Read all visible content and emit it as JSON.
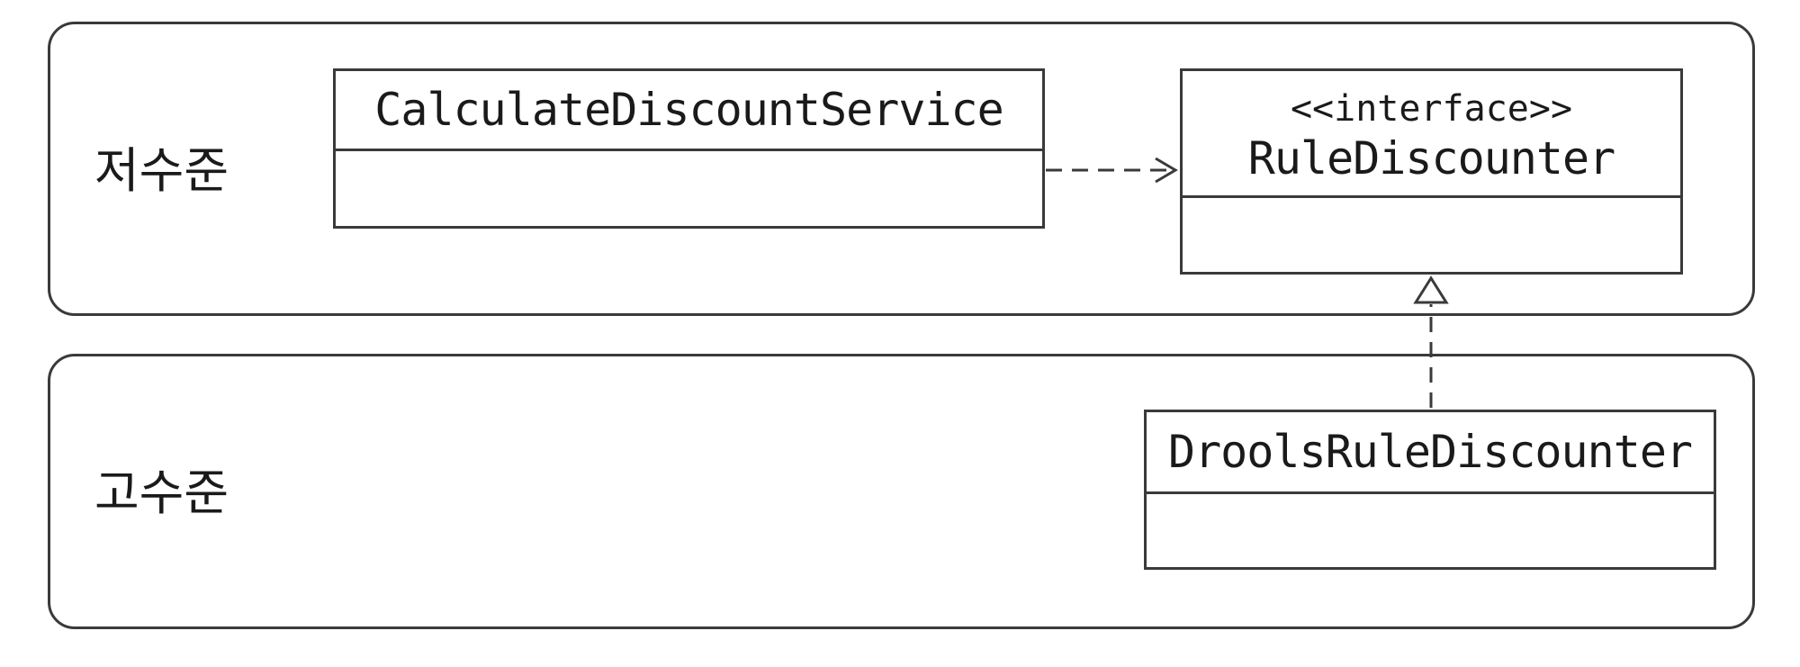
{
  "layers": {
    "low": {
      "label": "저수준"
    },
    "high": {
      "label": "고수준"
    }
  },
  "classes": {
    "calculate_discount_service": {
      "name": "CalculateDiscountService"
    },
    "rule_discounter": {
      "stereotype": "<<interface>>",
      "name": "RuleDiscounter"
    },
    "drools_rule_discounter": {
      "name": "DroolsRuleDiscounter"
    }
  },
  "relations": [
    {
      "type": "dependency",
      "from": "CalculateDiscountService",
      "to": "RuleDiscounter"
    },
    {
      "type": "realization",
      "from": "DroolsRuleDiscounter",
      "to": "RuleDiscounter"
    }
  ]
}
